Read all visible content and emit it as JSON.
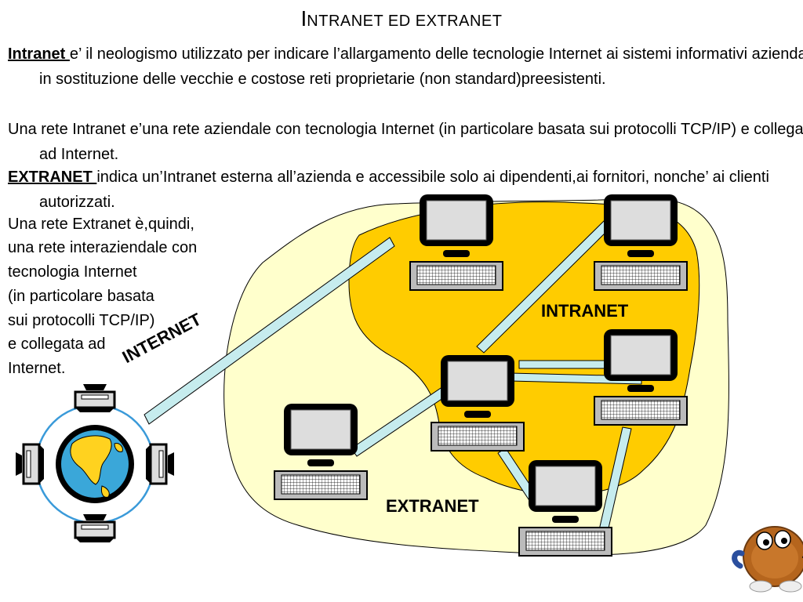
{
  "slide": {
    "title_first": "I",
    "title_rest": "NTRANET ED EXTRANET",
    "p1_term": "Intranet ",
    "p1_text": "e’ il neologismo utilizzato per indicare l’allargamento delle tecnologie Internet ai sistemi informativi aziendali, in sostituzione delle vecchie e costose reti proprietarie (non standard)preesistenti.",
    "p2_text": "Una rete Intranet e’una rete aziendale con tecnologia Internet (in particolare basata sui protocolli TCP/IP) e collegata ad Internet.",
    "p3_term": "EXTRANET ",
    "p3_text": "indica  un’Intranet esterna all’azienda e accessibile solo ai dipendenti,ai fornitori, nonche’ ai clienti autorizzati.",
    "side_lines": [
      "Una rete Extranet è,quindi,",
      " una rete interaziendale con",
      " tecnologia Internet",
      "(in particolare basata",
      " sui protocolli TCP/IP)",
      " e collegata ad",
      " Internet."
    ]
  },
  "diagram": {
    "label_intranet": "INTRANET",
    "label_extranet": "EXTRANET",
    "label_internet": "INTERNET"
  },
  "colors": {
    "extranet_fill": "#ffffcc",
    "intranet_fill": "#ffcc00",
    "cable": "#c6ecee",
    "globe_ocean": "#3aa7d9",
    "globe_land": "#ffd21f",
    "ring": "#3a9ad9"
  }
}
